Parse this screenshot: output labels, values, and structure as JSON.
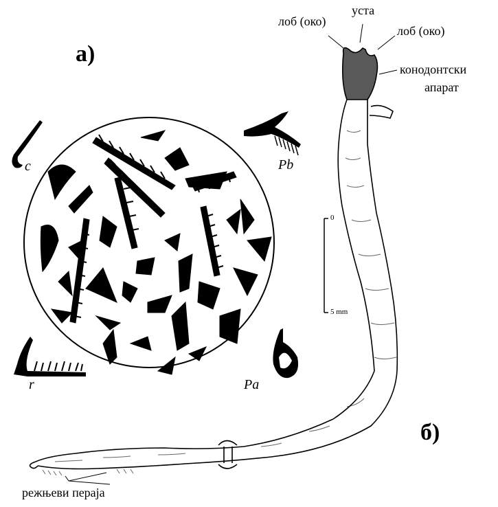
{
  "panel_a": {
    "label": "а)",
    "element_labels": {
      "c": "c",
      "pb": "Pb",
      "r": "r",
      "pa": "Pa"
    }
  },
  "panel_b": {
    "label": "б)",
    "annotations": {
      "lobe_left": "лоб (око)",
      "mouth": "уста",
      "lobe_right": "лоб (око)",
      "apparatus_line1": "конодонтски",
      "apparatus_line2": "апарат",
      "fin_lobes": "режњеви пераја"
    },
    "scale_bar": {
      "top_label": "0",
      "bottom_label": "5 mm"
    }
  },
  "colors": {
    "ink": "#000000",
    "paper": "#ffffff"
  }
}
